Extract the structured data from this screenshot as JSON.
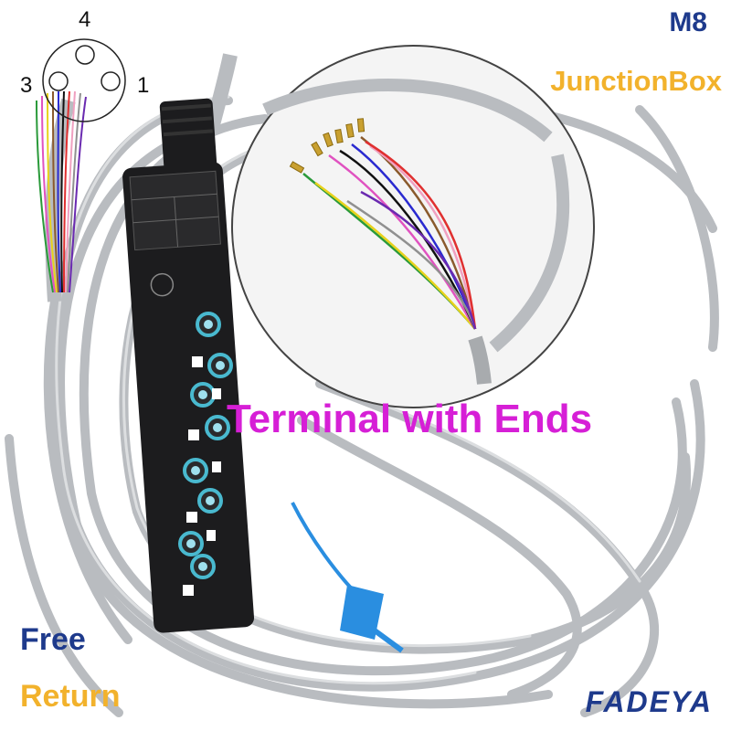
{
  "labels": {
    "m8": "M8",
    "junction_box": "JunctionBox",
    "terminal": "Terminal with Ends",
    "free": "Free",
    "return": "Return",
    "brand": "FADEYA"
  },
  "pin_diagram": {
    "pin_top": "4",
    "pin_left": "3",
    "pin_right": "1"
  },
  "colors": {
    "m8": "#1e3a8c",
    "junction_box": "#f2b22c",
    "terminal": "#d61fd6",
    "free": "#1e3a8c",
    "return": "#f2b22c",
    "brand": "#1e3a8c",
    "cable": "#b9bcc0",
    "box": "#1c1c1e",
    "port": "#49b9cf"
  }
}
